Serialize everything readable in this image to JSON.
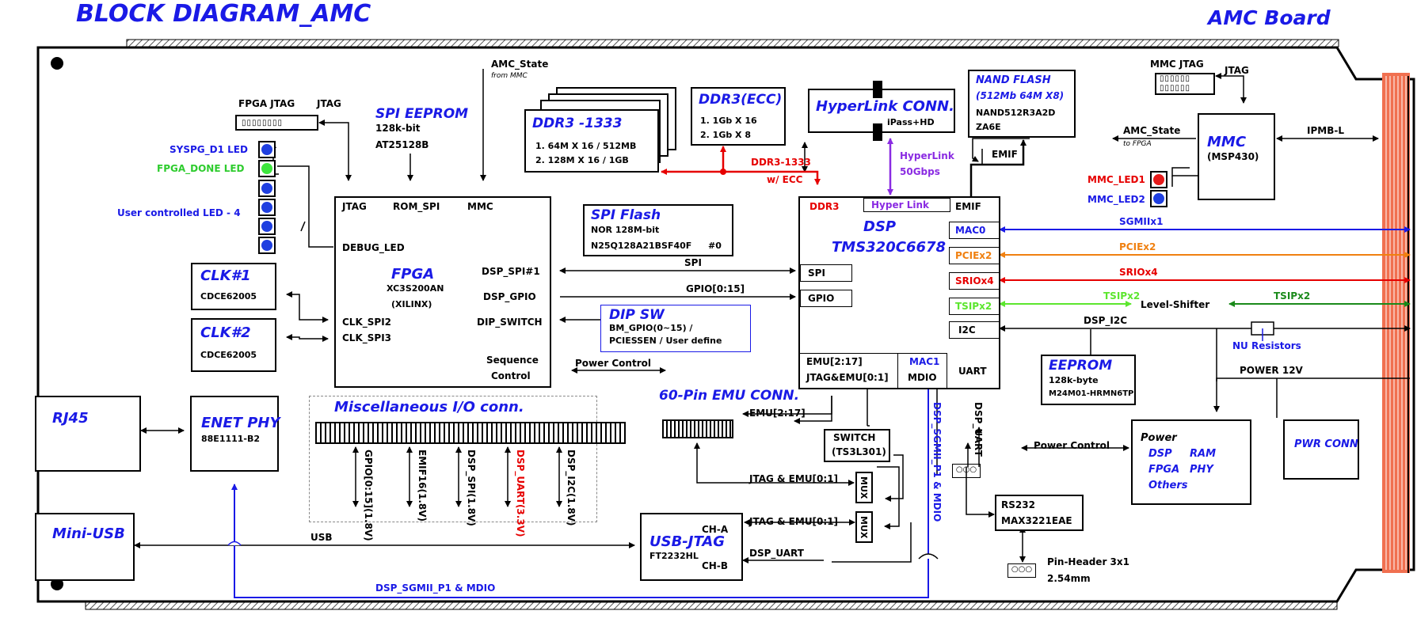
{
  "title": "BLOCK DIAGRAM_AMC",
  "board_label": "AMC Board",
  "fpga_jtag": {
    "title": "FPGA JTAG",
    "jtag": "JTAG"
  },
  "leds": {
    "sys": "SYSPG_D1 LED",
    "done": "FPGA_DONE LED",
    "user": "User controlled LED - 4",
    "colors": {
      "blue": "#1f3fe0",
      "green": "#3ee63e",
      "red": "#e61a1a"
    }
  },
  "spi_eeprom": {
    "title": "SPI EEPROM",
    "size": "128k-bit",
    "part": "AT25128B"
  },
  "amc_state": {
    "label": "AMC_State",
    "from": "from MMC"
  },
  "ddr3": {
    "title": "DDR3 -1333",
    "l1": "1. 64M X 16 / 512MB",
    "l2": "2. 128M X 16 / 1GB"
  },
  "ddr3_ecc": {
    "title": "DDR3(ECC)",
    "l1": "1. 1Gb X 16",
    "l2": "2. 1Gb X 8",
    "bus": "DDR3-1333",
    "bus2": "w/ ECC"
  },
  "hyperlink": {
    "title": "HyperLink CONN.",
    "sub": "iPass+HD",
    "l1": "HyperLink",
    "l2": "50Gbps"
  },
  "nand": {
    "title": "NAND FLASH",
    "sub": "(512Mb 64M X8)",
    "part1": "NAND512R3A2D",
    "part2": "ZA6E"
  },
  "mmc_jtag": {
    "title": "MMC JTAG",
    "jtag": "JTAG"
  },
  "mmc": {
    "title": "MMC",
    "part": "(MSP430)",
    "amc_state": "AMC_State",
    "to": "to FPGA",
    "ipmb": "IPMB-L",
    "led1": "MMC_LED1",
    "led2": "MMC_LED2"
  },
  "fpga": {
    "jtag": "JTAG",
    "rom_spi": "ROM_SPI",
    "mmc": "MMC",
    "debug_led": "DEBUG_LED",
    "title": "FPGA",
    "part": "XC3S200AN",
    "vendor": "(XILINX)",
    "dsp_spi": "DSP_SPI#1",
    "dsp_gpio": "DSP_GPIO",
    "dip_switch": "DIP_SWITCH",
    "clk_spi2": "CLK_SPI2",
    "clk_spi3": "CLK_SPI3",
    "seq": "Sequence",
    "ctrl": "Control"
  },
  "clk1": {
    "title": "CLK#1",
    "part": "CDCE62005"
  },
  "clk2": {
    "title": "CLK#2",
    "part": "CDCE62005"
  },
  "spi_flash": {
    "title": "SPI Flash",
    "l1": "NOR 128M-bit",
    "l2": "N25Q128A21BSF40F",
    "l3": "#0",
    "bus": "SPI"
  },
  "gpio_bus": "GPIO[0:15]",
  "dip_sw": {
    "title": "DIP SW",
    "l1": "BM_GPIO(0~15) /",
    "l2": "PCIESSEN / User define"
  },
  "power_control": "Power Control",
  "dsp": {
    "ddr3": "DDR3",
    "hyper": "Hyper Link",
    "emif": "EMIF",
    "title": "DSP",
    "part": "TMS320C6678",
    "mac0": "MAC0",
    "pcie": "PCIEx2",
    "srio": "SRIOx4",
    "tsip": "TSIPx2",
    "i2c": "I2C",
    "spi": "SPI",
    "gpio": "GPIO",
    "emu": "EMU[2:17]",
    "jtag": "JTAG&EMU[0:1]",
    "mac1": "MAC1",
    "mdio": "MDIO",
    "uart": "UART",
    "emif_bus": "EMIF"
  },
  "signals": {
    "sgmii": "SGMIIx1",
    "pcie": "PCIEx2",
    "srio": "SRIOx4",
    "tsip": "TSIPx2",
    "tsip2": "TSIPx2",
    "level": "Level-Shifter",
    "i2c": "DSP_I2C",
    "nu": "NU Resistors",
    "power12": "POWER 12V"
  },
  "eeprom": {
    "title": "EEPROM",
    "size": "128k-byte",
    "part": "M24M01-HRMN6TP"
  },
  "power_block": {
    "title": "Power",
    "dsp": "DSP",
    "ram": "RAM",
    "fpga": "FPGA",
    "phy": "PHY",
    "others": "Others",
    "ctrl": "Power Control"
  },
  "pwr_conn": "PWR CONN",
  "rj45": "RJ45",
  "enet": {
    "title": "ENET PHY",
    "part": "88E1111-B2"
  },
  "mini_usb": "Mini-USB",
  "misc": {
    "title": "Miscellaneous I/O conn.",
    "s1": "GPIO[0:15](1.8V)",
    "s2": "EMIF16(1.8V)",
    "s3": "DSP_SPI(1.8V)",
    "s4": "DSP_UART(3.3V)",
    "s5": "DSP_I2C(1.8V)"
  },
  "emu_conn": {
    "title": "60-Pin EMU CONN.",
    "bus": "EMU[2:17]"
  },
  "switch": {
    "title": "SWITCH",
    "part": "(TS3L301)"
  },
  "mux": "MUX",
  "jtag_emu": "JTAG & EMU[0:1]",
  "usb_jtag": {
    "title": "USB-JTAG",
    "part": "FT2232HL",
    "cha": "CH-A",
    "chb": "CH-B",
    "uart": "DSP_UART"
  },
  "usb": "USB",
  "sgmii_p1": "DSP_SGMII_P1 & MDIO",
  "dsp_uart_v": "DSP_UART",
  "rs232": {
    "title": "RS232",
    "part": "MAX3221EAE"
  },
  "pin_header": {
    "l1": "Pin-Header 3x1",
    "l2": "2.54mm"
  }
}
